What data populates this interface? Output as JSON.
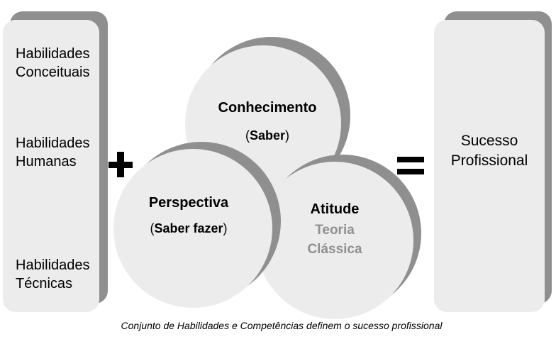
{
  "left_column": {
    "items": [
      {
        "line1": "Habilidades",
        "line2": "Conceituais"
      },
      {
        "line1": "Habilidades",
        "line2": "Humanas"
      },
      {
        "line1": "Habilidades",
        "line2": "Técnicas"
      }
    ]
  },
  "circles": {
    "top": {
      "title": "Conhecimento",
      "open": "(",
      "sub": "Saber",
      "close": ")"
    },
    "left": {
      "title": "Perspectiva",
      "open": "(",
      "sub": "Saber fazer",
      "close": ")"
    },
    "right": {
      "title": "Atitude",
      "note_line1": "Teoria",
      "note_line2": "Clássica"
    }
  },
  "result": {
    "line1": "Sucesso",
    "line2": "Profissional"
  },
  "caption": "Conjunto de Habilidades e Competências definem o sucesso profissional",
  "colors": {
    "box_fill": "#ececec",
    "shadow": "#8f8f8f",
    "note_text": "#909090"
  }
}
